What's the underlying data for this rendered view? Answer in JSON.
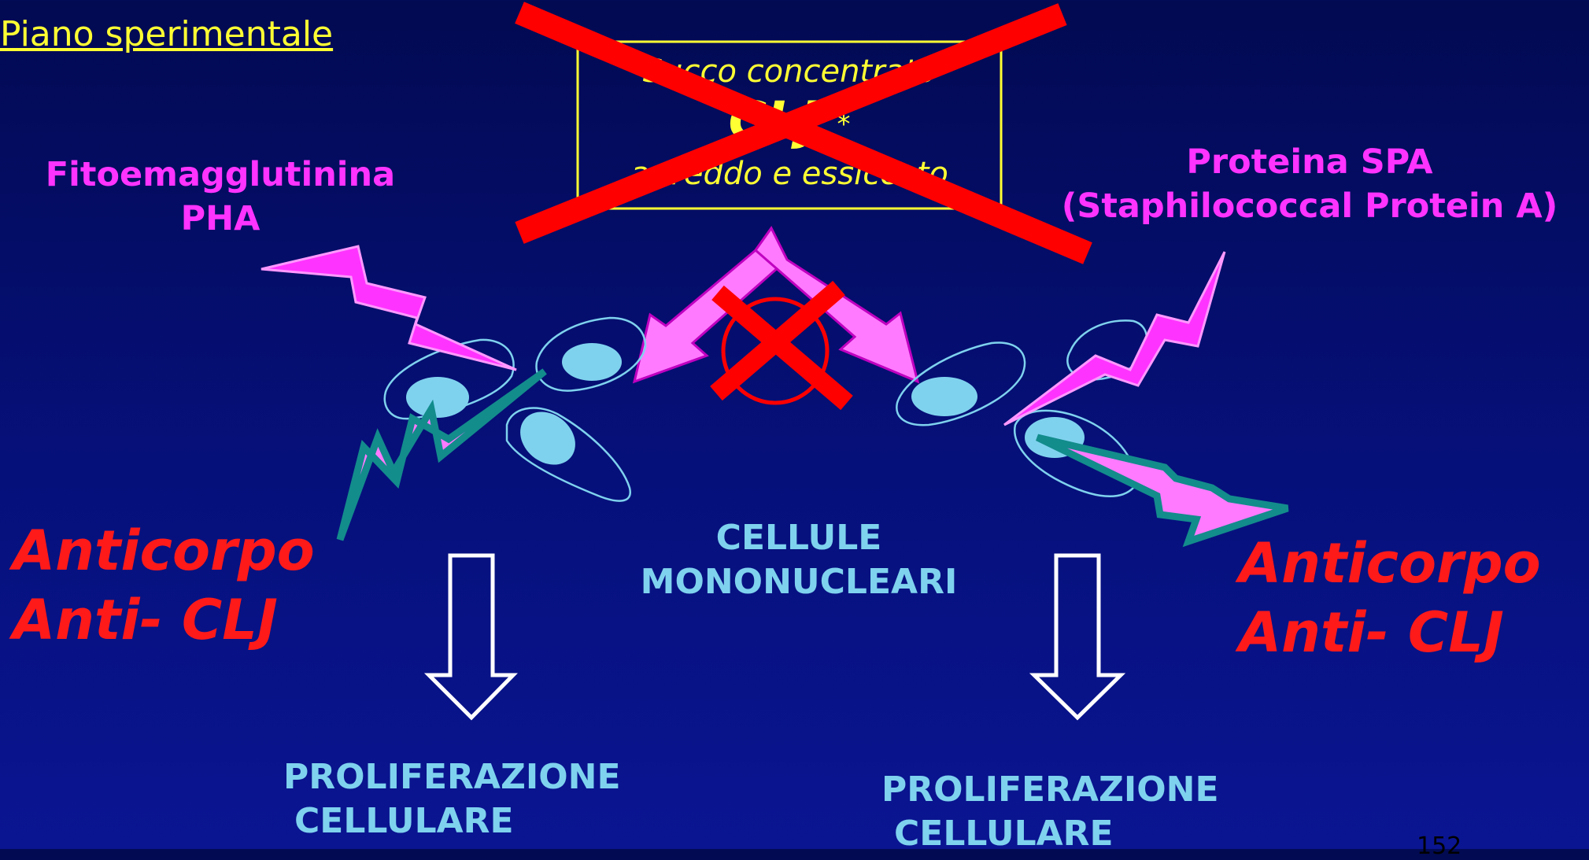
{
  "title": "Piano sperimentale",
  "box": {
    "line1": "Succo concentrato",
    "line2": "CLJ",
    "star": "*",
    "line3": "a freddo e essiccato"
  },
  "left_label": {
    "line1": "Fitoemagglutinina",
    "line2": "PHA"
  },
  "right_label": {
    "line1": "Proteina SPA",
    "line2": "(Staphilococcal Protein A)"
  },
  "antibody_left": {
    "line1": "Anticorpo",
    "line2": "Anti- CLJ"
  },
  "antibody_right": {
    "line1": "Anticorpo",
    "line2": "Anti- CLJ"
  },
  "center_label": {
    "line1": "CELLULE",
    "line2": "MONONUCLEARI"
  },
  "result_left": {
    "line1": "PROLIFERAZIONE",
    "line2": "CELLULARE"
  },
  "result_right": {
    "line1": "PROLIFERAZIONE",
    "line2": "CELLULARE"
  },
  "page_number": "152",
  "colors": {
    "background": "#06107a",
    "title": "#ffff33",
    "magenta": "#ff33ff",
    "antibody": "#ff1a1a",
    "cyan_text": "#7fd2ee",
    "cross": "#ff0000",
    "teal": "#138c8c"
  }
}
